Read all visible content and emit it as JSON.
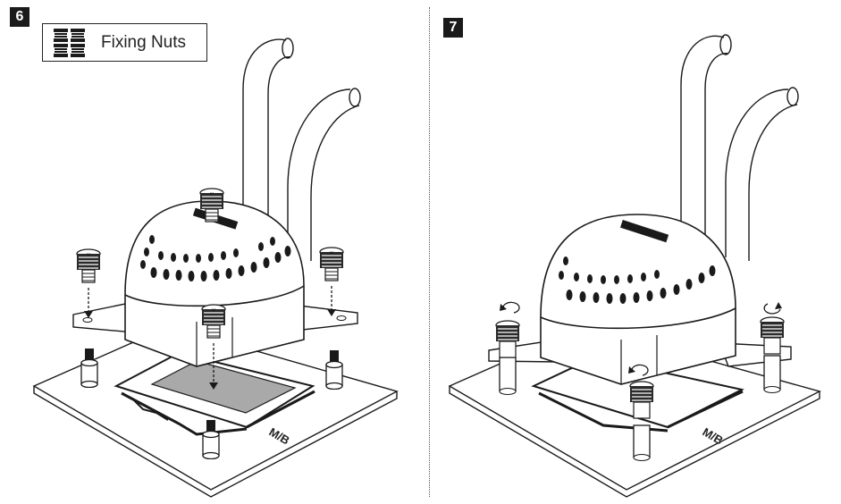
{
  "step6": {
    "number": "6",
    "part_label": "Fixing Nuts",
    "board_label": "M/B",
    "icon": "fixing-nuts-icon"
  },
  "step7": {
    "number": "7",
    "board_label": "M/B"
  },
  "colors": {
    "ink": "#1a1a1a",
    "paste": "#a9a9a9",
    "background": "#ffffff"
  }
}
